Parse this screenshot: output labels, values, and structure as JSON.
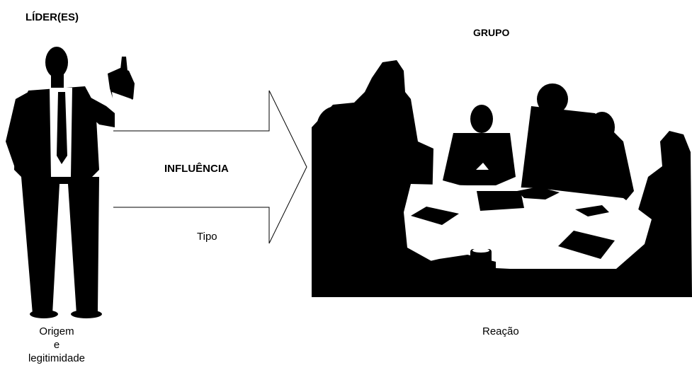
{
  "leader": {
    "title": "LÍDER(ES)",
    "caption_lines": [
      "Origem",
      "e",
      "legitimidade"
    ]
  },
  "group": {
    "title": "GRUPO",
    "caption": "Reação"
  },
  "arrow": {
    "label": "INFLUÊNCIA",
    "sublabel": "Tipo"
  }
}
